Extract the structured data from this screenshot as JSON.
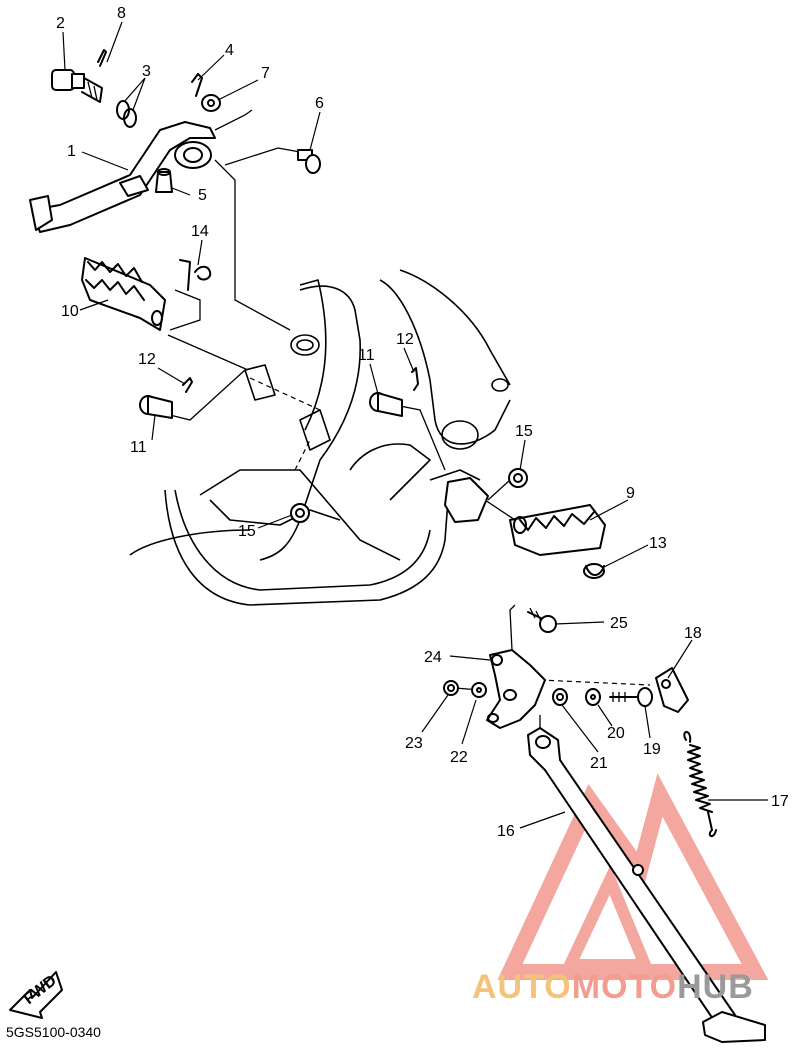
{
  "diagram": {
    "code": "5GS5100-0340",
    "fwd_label": "FWD",
    "callouts": {
      "p1": "1",
      "p2": "2",
      "p3": "3",
      "p4": "4",
      "p5": "5",
      "p6": "6",
      "p7": "7",
      "p8": "8",
      "p9": "9",
      "p10": "10",
      "p11a": "11",
      "p11b": "11",
      "p12a": "12",
      "p12b": "12",
      "p13": "13",
      "p14": "14",
      "p15a": "15",
      "p15b": "15",
      "p16": "16",
      "p17": "17",
      "p18": "18",
      "p19": "19",
      "p20": "20",
      "p21": "21",
      "p22": "22",
      "p23": "23",
      "p24": "24",
      "p25": "25"
    }
  },
  "watermark": {
    "part1": "AUTO",
    "part2": "MOTO",
    "part3": "HUB",
    "colors": {
      "auto": "#f5c27a",
      "moto": "#f39c8f",
      "hub": "#9a9a9a",
      "logo": "#f08a80"
    }
  }
}
